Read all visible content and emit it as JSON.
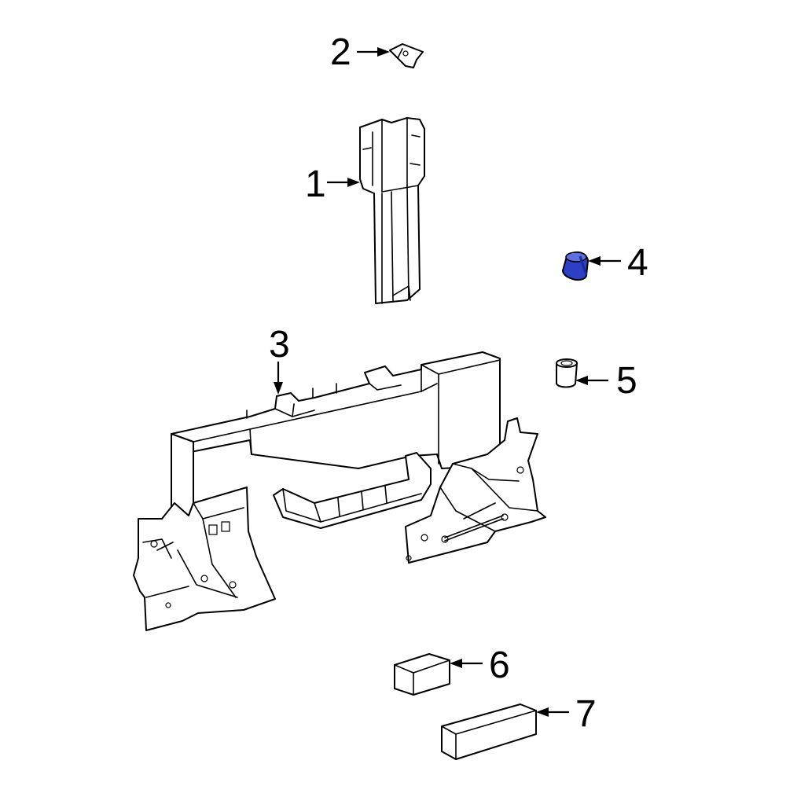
{
  "diagram": {
    "callouts": [
      {
        "number": "1",
        "part": "upright-support"
      },
      {
        "number": "2",
        "part": "mounting-bracket"
      },
      {
        "number": "3",
        "part": "radiator-support-frame"
      },
      {
        "number": "4",
        "part": "bumper-cap",
        "highlighted": true
      },
      {
        "number": "5",
        "part": "bushing"
      },
      {
        "number": "6",
        "part": "pad-small"
      },
      {
        "number": "7",
        "part": "pad-long"
      }
    ],
    "colors": {
      "line": "#000000",
      "background": "#ffffff",
      "highlight": "#2d3fc4",
      "highlight_dark": "#1a2a99"
    }
  }
}
